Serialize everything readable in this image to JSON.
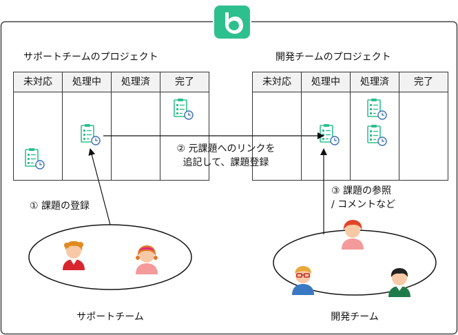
{
  "brand": {
    "accent": "#2ebf8f",
    "logo_icon": "backlog-logo-icon"
  },
  "support_board": {
    "title": "サポートチームのプロジェクト",
    "columns": [
      "未対応",
      "処理中",
      "処理済",
      "完了"
    ]
  },
  "dev_board": {
    "title": "開発チームのプロジェクト",
    "columns": [
      "未対応",
      "処理中",
      "処理済",
      "完了"
    ]
  },
  "steps": {
    "step1": "① 課題の登録",
    "step2_line1": "② 元課題へのリンクを",
    "step2_line2": "追記して、課題登録",
    "step3_line1": "③ 課題の参照",
    "step3_line2": "/ コメントなど"
  },
  "teams": {
    "support": "サポートチーム",
    "dev": "開発チーム"
  },
  "colors": {
    "card": "#2ebf8f",
    "clock": "#3a6fb5",
    "line": "#333333"
  }
}
